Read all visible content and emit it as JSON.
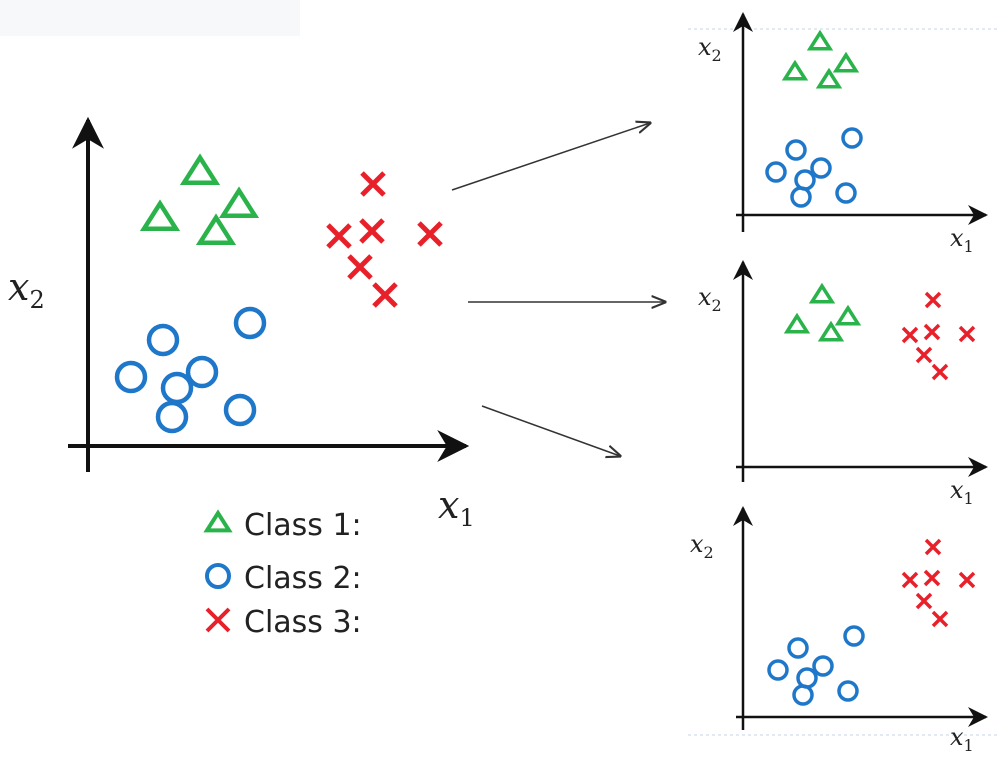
{
  "colors": {
    "class1": "#2ab34a",
    "class2": "#1e77c8",
    "class3": "#e8202a",
    "axis": "#111111",
    "arrow": "#333333"
  },
  "legend": [
    {
      "class": "class1",
      "marker": "triangle",
      "label": "Class 1:"
    },
    {
      "class": "class2",
      "marker": "circle",
      "label": "Class 2:"
    },
    {
      "class": "class3",
      "marker": "cross",
      "label": "Class 3:"
    }
  ],
  "main_plot": {
    "x_label": "x",
    "x_sub": "1",
    "y_label": "x",
    "y_sub": "2"
  },
  "sub_plots": [
    {
      "id": "one-vs-rest-1",
      "x_label": "x",
      "x_sub": "1",
      "y_label": "x",
      "y_sub": "2",
      "classes": [
        "class1",
        "class2"
      ]
    },
    {
      "id": "one-vs-rest-2",
      "x_label": "x",
      "x_sub": "1",
      "y_label": "x",
      "y_sub": "2",
      "classes": [
        "class1",
        "class3"
      ]
    },
    {
      "id": "one-vs-rest-3",
      "x_label": "x",
      "x_sub": "1",
      "y_label": "x",
      "y_sub": "2",
      "classes": [
        "class2",
        "class3"
      ]
    }
  ]
}
